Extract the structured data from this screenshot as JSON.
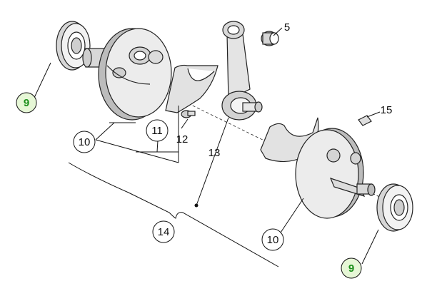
{
  "callouts": [
    {
      "id": "callout-9-left",
      "text": "9",
      "highlight": true
    },
    {
      "id": "callout-10-left",
      "text": "10",
      "highlight": false
    },
    {
      "id": "callout-11",
      "text": "11",
      "highlight": false
    },
    {
      "id": "callout-12",
      "text": "12",
      "highlight": false
    },
    {
      "id": "callout-5",
      "text": "5",
      "highlight": false
    },
    {
      "id": "callout-13",
      "text": "13",
      "highlight": false
    },
    {
      "id": "callout-15",
      "text": "15",
      "highlight": false
    },
    {
      "id": "callout-14",
      "text": "14",
      "highlight": false
    },
    {
      "id": "callout-10-right",
      "text": "10",
      "highlight": false
    },
    {
      "id": "callout-9-right",
      "text": "9",
      "highlight": true
    }
  ],
  "colors": {
    "highlight_fill": "#e6f7d6",
    "highlight_text": "#1a8f1a",
    "part_fill": "#e9e9e9",
    "part_shade": "#bdbdbd",
    "line": "#111111"
  }
}
